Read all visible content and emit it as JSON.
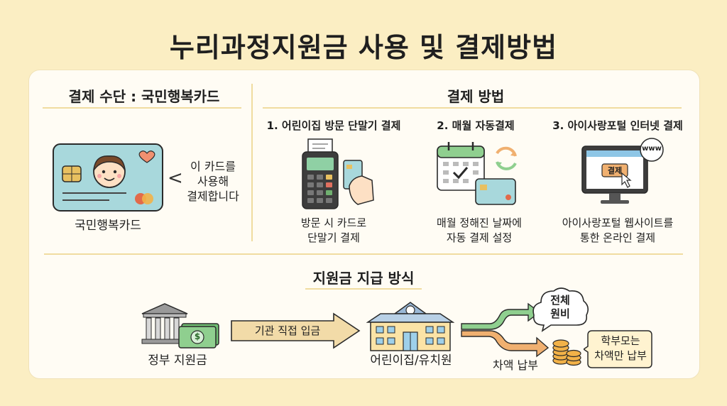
{
  "title": "누리과정지원금 사용 및 결제방법",
  "payment_means": {
    "heading": "결제 수단 : 국민행복카드",
    "card_caption": "국민행복카드",
    "note_line1": "이 카드를",
    "note_line2": "사용해",
    "note_line3": "결제합니다"
  },
  "payment_methods": {
    "heading": "결제 방법",
    "steps": [
      {
        "label": "1. 어린이집 방문 단말기 결제",
        "desc_line1": "방문 시 카드로",
        "desc_line2": "단말기 결제"
      },
      {
        "label": "2. 매월 자동결제",
        "desc_line1": "매월 정해진 날짜에",
        "desc_line2": "자동 결제 설정"
      },
      {
        "label": "3. 아이사랑포털 인터넷 결제",
        "desc_line1": "아이사랑포털 웹사이트를",
        "desc_line2": "통한 온라인 결제"
      }
    ],
    "screen_button": "결제",
    "www_label": "www"
  },
  "subsidy": {
    "heading": "지원금 지급 방식",
    "government_label": "정부 지원금",
    "arrow_label": "기관 직접 입금",
    "center_label": "어린이집/유치원",
    "cloud_line1": "전체",
    "cloud_line2": "원비",
    "diff_label": "차액 납부",
    "parents_line1": "학부모는",
    "parents_line2": "차액만 납부",
    "dollar_sign": "$"
  },
  "colors": {
    "background": "#fbeec3",
    "panel": "#fffcf4",
    "card": "#a8d8dc",
    "arrow_beige": "#f2dba8",
    "arrow_green": "#8fcf8f",
    "arrow_orange": "#f0b070"
  }
}
